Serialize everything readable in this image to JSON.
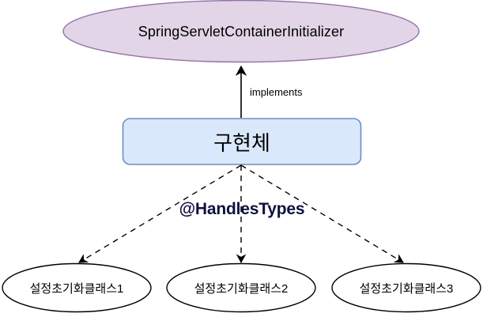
{
  "diagram": {
    "title": "Spring Servlet Container Initializer relationship diagram",
    "background_color": "#ffffff",
    "nodes": {
      "interface": {
        "label": "SpringServletContainerInitializer",
        "shape": "ellipse",
        "fill_color": "#e1d5e7",
        "stroke_color": "#9673a6",
        "text_color": "#000000"
      },
      "implementor": {
        "label": "구현체",
        "shape": "rounded-rectangle",
        "fill_color": "#dae8fc",
        "stroke_color": "#6c8ebf",
        "text_color": "#000000"
      },
      "config_classes": [
        {
          "label": "설정초기화클래스1",
          "shape": "ellipse",
          "fill_color": "#ffffff",
          "stroke_color": "#000000",
          "text_color": "#000000"
        },
        {
          "label": "설정초기화클래스2",
          "shape": "ellipse",
          "fill_color": "#ffffff",
          "stroke_color": "#000000",
          "text_color": "#000000"
        },
        {
          "label": "설정초기화클래스3",
          "shape": "ellipse",
          "fill_color": "#ffffff",
          "stroke_color": "#000000",
          "text_color": "#000000"
        }
      ]
    },
    "edges": {
      "implements": {
        "label": "implements",
        "style": "solid",
        "arrow": "filled-open",
        "from": "implementor",
        "to": "interface",
        "color": "#000000"
      },
      "handles_types": {
        "label": "@HandlesTypes",
        "style": "dashed",
        "arrow": "filled-open",
        "from": "implementor",
        "to": "config_classes",
        "color": "#000000",
        "label_color": "#10103f"
      }
    }
  }
}
